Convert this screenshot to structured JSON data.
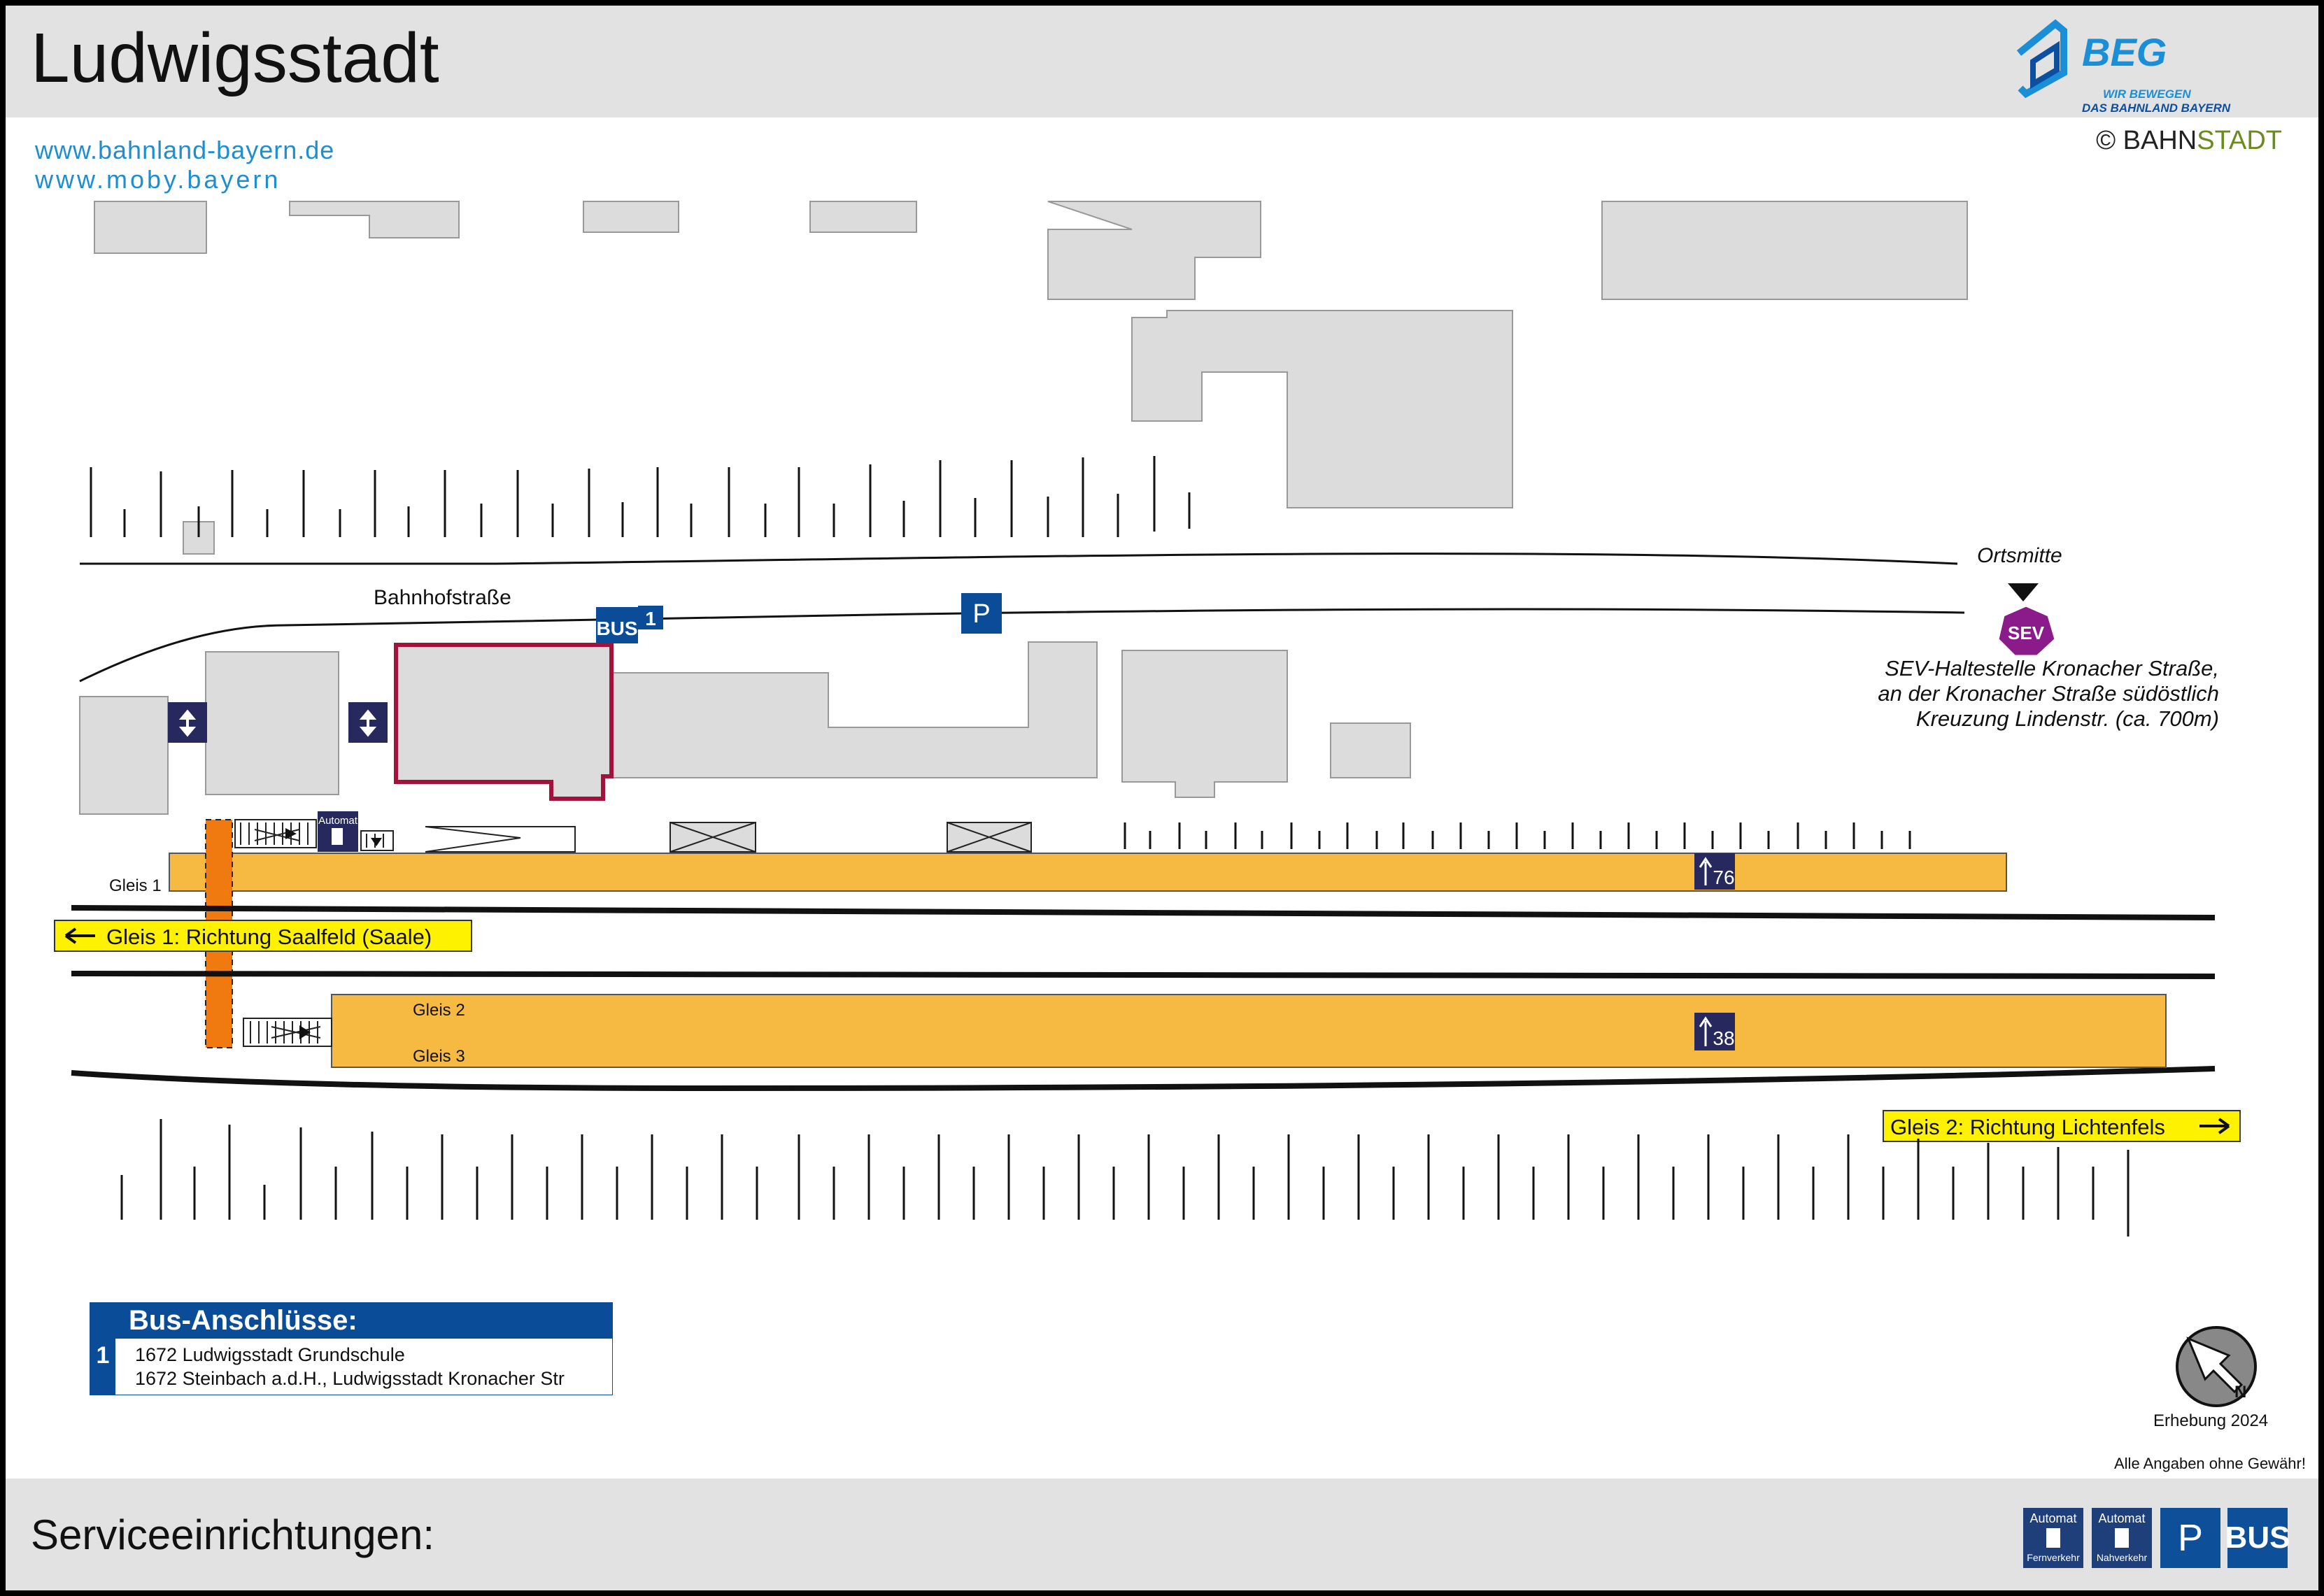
{
  "header": {
    "title": "Ludwigsstadt",
    "url_bahnland": "www.bahnland-bayern.de",
    "url_moby": "www.moby.bayern",
    "beg_name": "BEG",
    "beg_slogan_1": "WIR BEWEGEN",
    "beg_slogan_2": "DAS BAHNLAND BAYERN",
    "copyright_prefix": "© BAHN",
    "copyright_suffix": "STADT"
  },
  "map": {
    "street_name": "Bahnhofstraße",
    "ortsmitte": "Ortsmitte",
    "sev_label": "SEV",
    "sev_note_line1": "SEV-Haltestelle Kronacher Straße,",
    "sev_note_line2": "an der Kronacher Straße südöstlich",
    "sev_note_line3": "Kreuzung Lindenstr. (ca. 700m)",
    "bus_stop_label": "BUS",
    "bus_stop_number": "1",
    "parking_label": "P",
    "gleis1_label": "Gleis 1",
    "gleis2_label": "Gleis 2",
    "gleis3_label": "Gleis 3",
    "direction_gleis1": "Gleis 1: Richtung Saalfeld (Saale)",
    "direction_gleis2": "Gleis 2: Richtung Lichtenfels",
    "platform1_height": "76",
    "platform2_height": "38",
    "automat_label": "Automat"
  },
  "bus_connections": {
    "heading": "Bus-Anschlüsse:",
    "stop_number": "1",
    "lines": [
      "1672 Ludwigsstadt Grundschule",
      "1672 Steinbach a.d.H., Ludwigsstadt Kronacher Str"
    ]
  },
  "meta": {
    "erhebung": "Erhebung 2024",
    "disclaimer": "Alle Angaben ohne Gewähr!"
  },
  "footer": {
    "title": "Serviceeinrichtungen:",
    "services": [
      {
        "icon": "ticket-machine-long-distance-icon",
        "label_top": "Automat",
        "label_bottom": "Fernverkehr"
      },
      {
        "icon": "ticket-machine-regional-icon",
        "label_top": "Automat",
        "label_bottom": "Nahverkehr"
      },
      {
        "icon": "parking-icon",
        "label": "P"
      },
      {
        "icon": "bus-icon",
        "label": "BUS"
      }
    ]
  },
  "colors": {
    "platform": "#f6b942",
    "building": "#dcdcdc",
    "station_building_outline": "#a3123a",
    "access_route": "#f07a0f",
    "bus_blue": "#0a4c97",
    "elevator_navy": "#27295e",
    "direction_sign": "#fff200",
    "sev_purple": "#8b1a8a"
  }
}
